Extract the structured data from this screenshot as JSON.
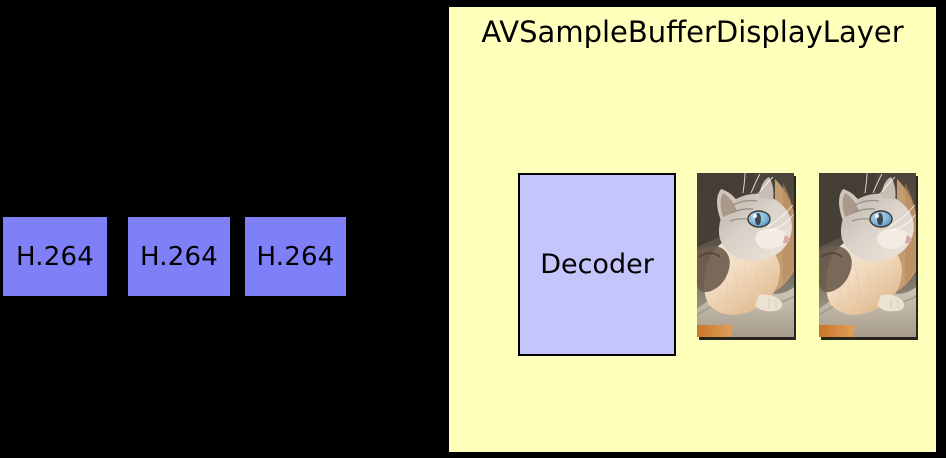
{
  "diagram": {
    "background_color": "#000000",
    "title": "AVSampleBufferDisplayLayer"
  },
  "encoded_samples": {
    "label": "H.264",
    "fill_color": "#7f80f8",
    "items": [
      {
        "label": "H.264"
      },
      {
        "label": "H.264"
      },
      {
        "label": "H.264"
      }
    ]
  },
  "display_layer": {
    "title": "AVSampleBufferDisplayLayer",
    "fill_color": "#ffffbc",
    "decoder": {
      "label": "Decoder",
      "fill_color": "#c4c5fb",
      "border_color": "#000000"
    },
    "decoded_frames": [
      {
        "name": "cat-frame-1",
        "alt": "Photograph of a grey and white long-haired cat with blue eyes looking upward"
      },
      {
        "name": "cat-frame-2",
        "alt": "Photograph of a grey and white long-haired cat with blue eyes looking upward"
      }
    ]
  }
}
